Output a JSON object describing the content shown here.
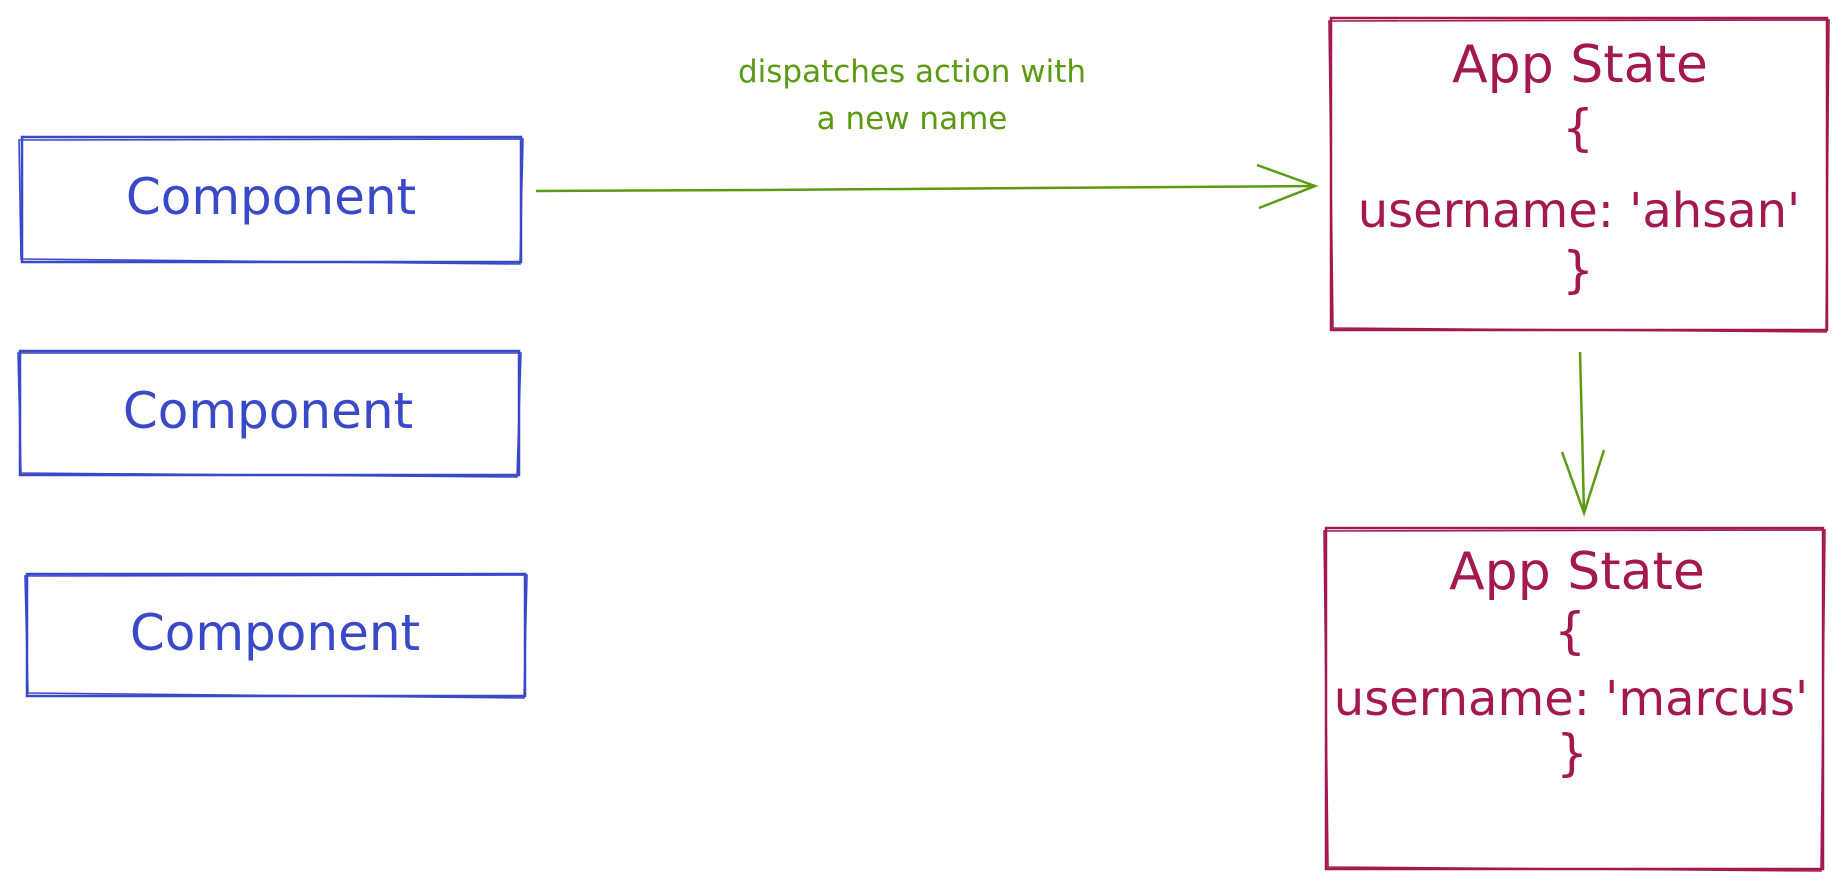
{
  "colors": {
    "component": "#3949c8",
    "state": "#a3184f",
    "arrow": "#5c9a14",
    "background": "#ffffff"
  },
  "components": [
    {
      "label": "Component"
    },
    {
      "label": "Component"
    },
    {
      "label": "Component"
    }
  ],
  "dispatch_label": {
    "line1": "dispatches action with",
    "line2": "a new name"
  },
  "state_before": {
    "title": "App State",
    "open_brace": "{",
    "body": "username: 'ahsan'",
    "close_brace": "}"
  },
  "state_after": {
    "title": "App State",
    "open_brace": "{",
    "body": "username: 'marcus'",
    "close_brace": "}"
  }
}
